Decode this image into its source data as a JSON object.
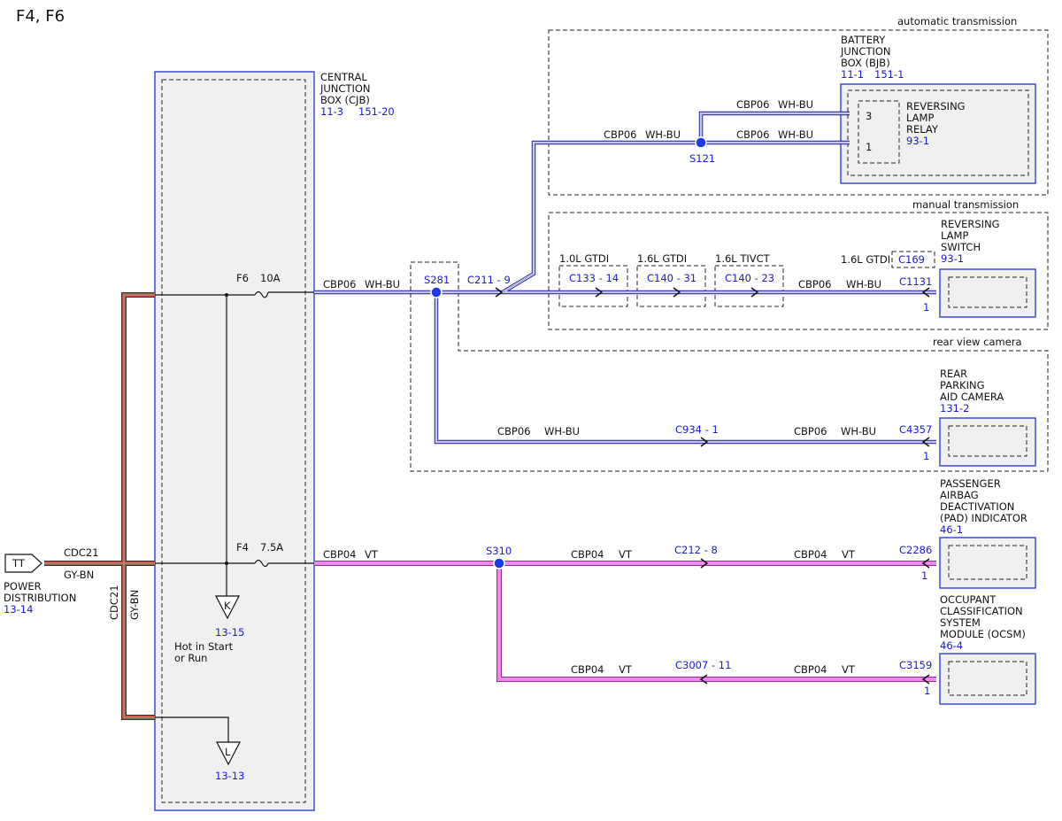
{
  "title": "F4, F6",
  "zones": {
    "auto": "automatic transmission",
    "manual": "manual transmission",
    "camera": "rear view camera"
  },
  "cjb": {
    "l1": "CENTRAL",
    "l2": "JUNCTION",
    "l3": "BOX (CJB)",
    "ref1": "11-3",
    "ref2": "151-20"
  },
  "bjb": {
    "l1": "BATTERY",
    "l2": "JUNCTION",
    "l3": "BOX (BJB)",
    "ref1": "11-1",
    "ref2": "151-1"
  },
  "relay": {
    "l1": "REVERSING",
    "l2": "LAMP",
    "l3": "RELAY",
    "ref": "93-1",
    "pin3": "3",
    "pin1": "1"
  },
  "fuses": {
    "f6": "F6",
    "f6_rating": "10A",
    "f4": "F4",
    "f4_rating": "7.5A"
  },
  "wires": {
    "cbp06": "CBP06",
    "whbu": "WH-BU",
    "cbp04": "CBP04",
    "vt": "VT",
    "cdc21": "CDC21",
    "gybn": "GY-BN"
  },
  "splices": {
    "s121": "S121",
    "s281": "S281",
    "s310": "S310"
  },
  "connectors": {
    "c211": "C211 - 9",
    "c133": "C133 - 14",
    "c140a": "C140 - 31",
    "c140b": "C140 - 23",
    "c169": "C169",
    "c1131": "C1131",
    "c934": "C934 - 1",
    "c4357": "C4357",
    "c212": "C212 - 8",
    "c2286": "C2286",
    "c3007": "C3007 - 11",
    "c3159": "C3159"
  },
  "variants": {
    "v1": "1.0L GTDI",
    "v2": "1.6L GTDI",
    "v3": "1.6L TIVCT",
    "v4": "1.6L GTDI"
  },
  "pin1": "1",
  "switch": {
    "l1": "REVERSING",
    "l2": "LAMP",
    "l3": "SWITCH",
    "ref": "93-1"
  },
  "camera": {
    "l1": "REAR",
    "l2": "PARKING",
    "l3": "AID CAMERA",
    "ref": "131-2"
  },
  "pad": {
    "l1": "PASSENGER",
    "l2": "AIRBAG",
    "l3": "DEACTIVATION",
    "l4": "(PAD) INDICATOR",
    "ref": "46-1"
  },
  "ocsm": {
    "l1": "OCCUPANT",
    "l2": "CLASSIFICATION",
    "l3": "SYSTEM",
    "l4": "MODULE (OCSM)",
    "ref": "46-4"
  },
  "power": {
    "tag": "TT",
    "l1": "POWER",
    "l2": "DISTRIBUTION",
    "ref": "13-14"
  },
  "grounds": {
    "k": "K",
    "k_ref": "13-15",
    "l": "L",
    "l_ref": "13-13"
  },
  "hot": {
    "l1": "Hot in Start",
    "l2": "or Run"
  },
  "colors": {
    "blue_text": "#1a1ad6",
    "splice": "#1a3af0",
    "violet_wire": "#ee88ee",
    "component_border": "#2233cc"
  }
}
